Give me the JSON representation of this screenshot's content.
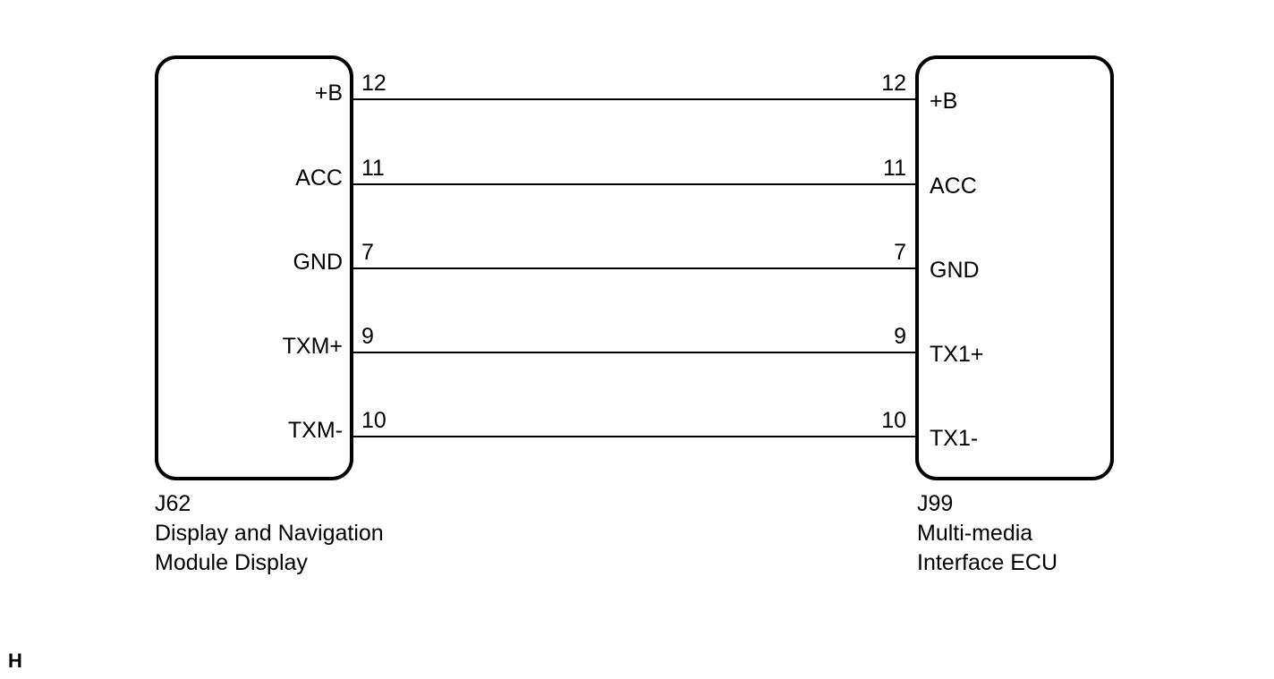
{
  "page": {
    "marker": "H",
    "background_color": "#ffffff",
    "line_color": "#000000"
  },
  "left_connector": {
    "id": "J62",
    "name_line1": "Display and Navigation",
    "name_line2": "Module Display"
  },
  "right_connector": {
    "id": "J99",
    "name_line1": "Multi-media",
    "name_line2": "Interface ECU"
  },
  "connections": [
    {
      "left_label": "+B",
      "left_pin": "12",
      "right_pin": "12",
      "right_label": "+B"
    },
    {
      "left_label": "ACC",
      "left_pin": "11",
      "right_pin": "11",
      "right_label": "ACC"
    },
    {
      "left_label": "GND",
      "left_pin": "7",
      "right_pin": "7",
      "right_label": "GND"
    },
    {
      "left_label": "TXM+",
      "left_pin": "9",
      "right_pin": "9",
      "right_label": "TX1+"
    },
    {
      "left_label": "TXM-",
      "left_pin": "10",
      "right_pin": "10",
      "right_label": "TX1-"
    }
  ]
}
